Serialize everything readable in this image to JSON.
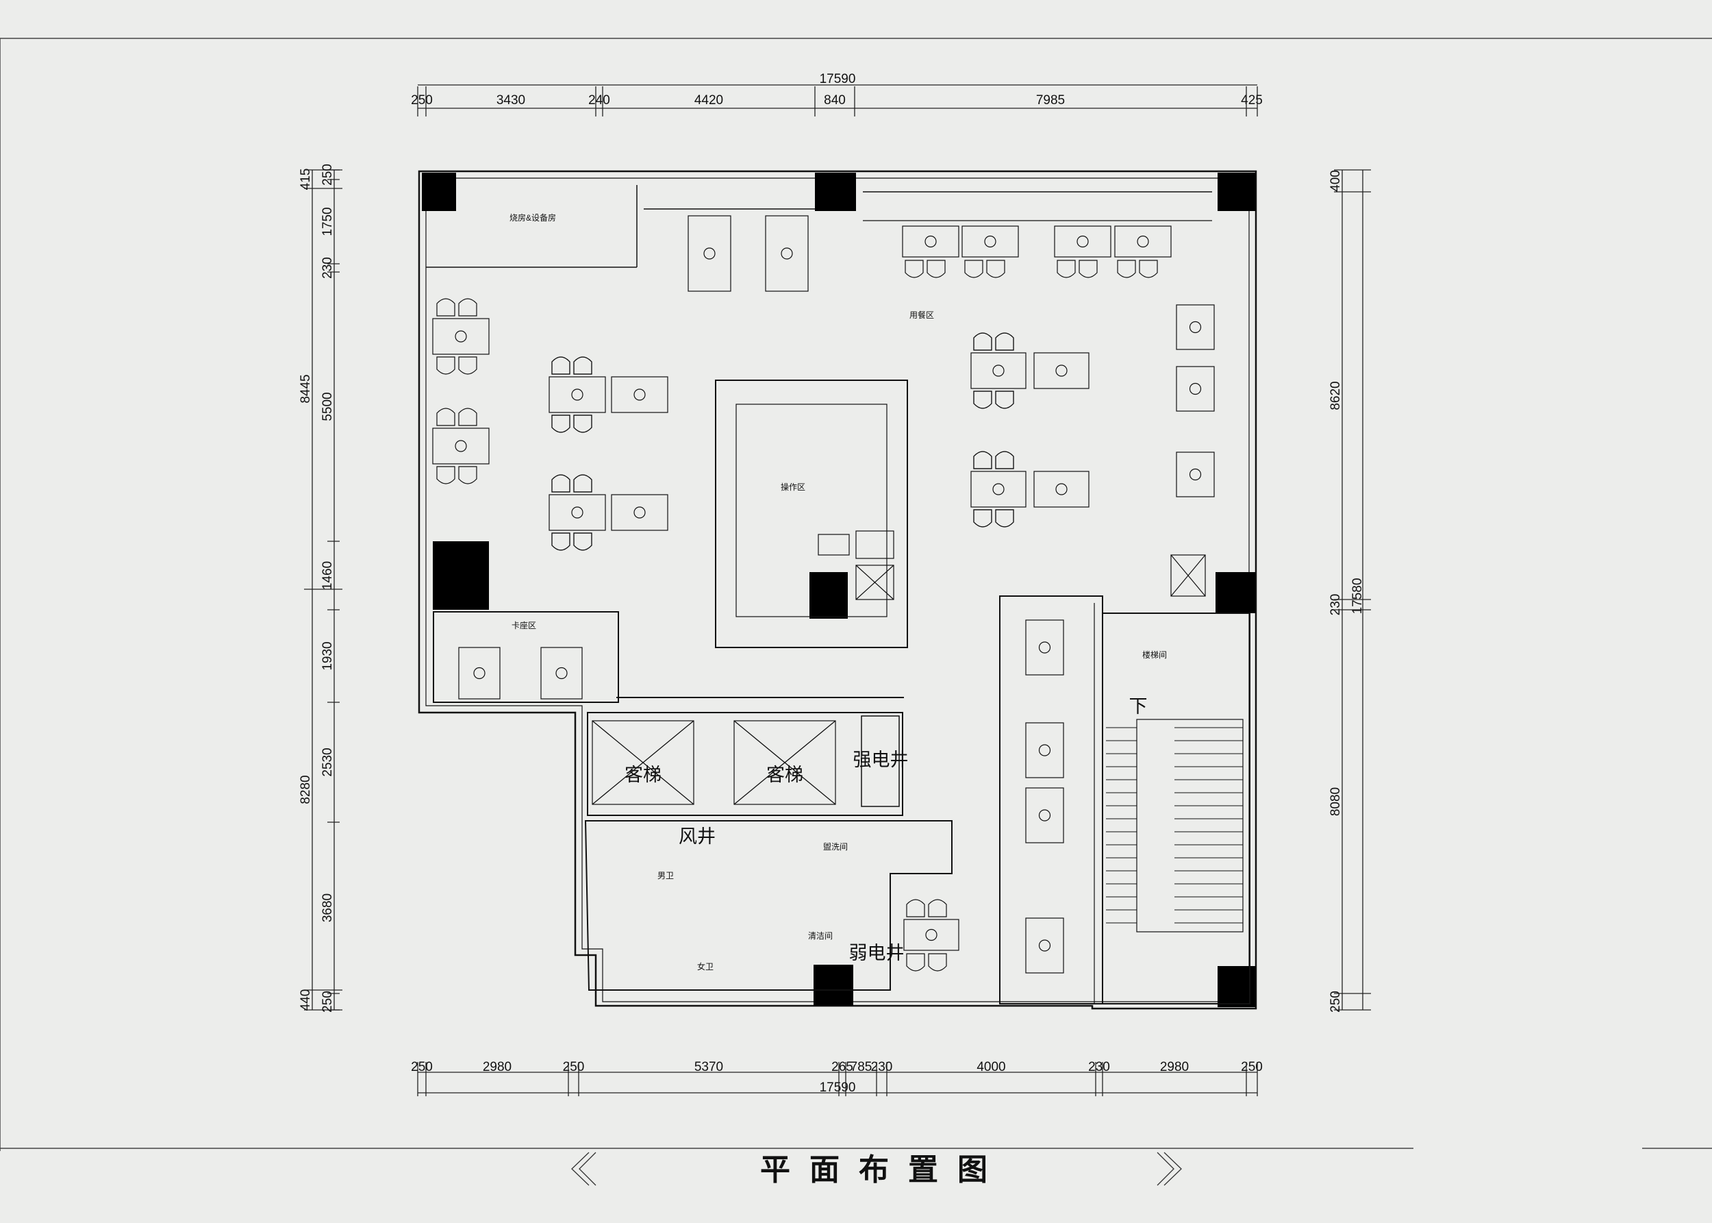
{
  "title": "平面布置图",
  "dimensions": {
    "top_total": "17590",
    "top": [
      "250",
      "3430",
      "240",
      "4420",
      "840",
      "7985",
      "425"
    ],
    "bottom_total": "17590",
    "bottom": [
      "250",
      "2980",
      "250",
      "5370",
      "265",
      "785",
      "230",
      "4000",
      "230",
      "2980",
      "250"
    ],
    "left_outer": [
      "415",
      "8445",
      "8280",
      "440"
    ],
    "left_inner": [
      "250",
      "1750",
      "230",
      "5500",
      "1460",
      "1930",
      "2530",
      "3680",
      "250"
    ],
    "right_outer": [
      "400",
      "8620",
      "230",
      "8080",
      "250"
    ],
    "right_total": "17580"
  },
  "rooms": {
    "storage": "烧房&设备房",
    "dining": "用餐区",
    "operation": "操作区",
    "waiting": "卡座区",
    "stair": "楼梯间",
    "elevator1": "客梯",
    "elevator2": "客梯",
    "strong_shaft": "强电井",
    "wind_shaft": "风井",
    "wash_room": "盥洗间",
    "men_wc": "男卫",
    "women_wc": "女卫",
    "cleaning": "清洁间",
    "weak_shaft": "弱电井",
    "stair_down": "下"
  }
}
